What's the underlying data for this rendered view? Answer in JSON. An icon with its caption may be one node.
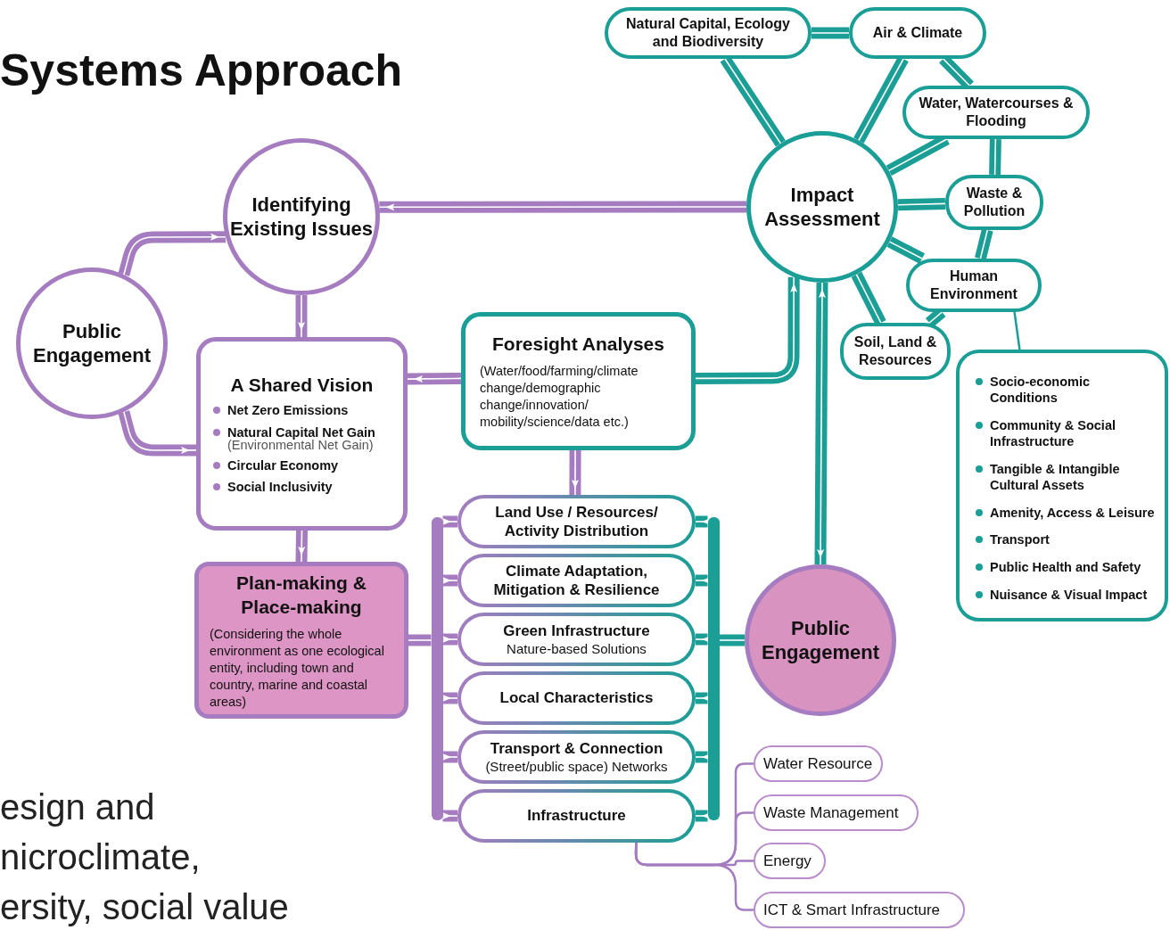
{
  "diagram": {
    "title": "Systems Approach",
    "nodes": [
      {
        "text": [
          "Identifying Existing Issues"
        ]
      },
      {
        "text": [
          "Public Engagement"
        ]
      },
      {
        "text": [
          "A Shared Vision",
          "Net Zero Emissions",
          "Natural Capital Net Gain",
          "(Environmental Net Gain)",
          "Circular Economy",
          "Social Inclusivity"
        ]
      },
      {
        "text": [
          "Plan-making & Place-making",
          "(Considering the whole environment as one ecological entity, including town and country, marine and coastal areas)"
        ]
      },
      {
        "text": [
          "Foresight Analyses",
          "(Water/food/farming/climate change/demographic change/innovation/ mobility/science/data etc.)"
        ]
      },
      {
        "text": [
          "Land Use / Resources/ Activity Distribution"
        ]
      },
      {
        "text": [
          "Climate Adaptation, Mitigation & Resilience"
        ]
      },
      {
        "text": [
          "Green Infrastructure",
          "Nature-based Solutions"
        ]
      },
      {
        "text": [
          "Local Characteristics"
        ]
      },
      {
        "text": [
          "Transport & Connection",
          "(Street/public space) Networks"
        ]
      },
      {
        "text": [
          "Infrastructure"
        ]
      },
      {
        "text": [
          "Impact Assessment"
        ]
      },
      {
        "text": [
          "Public Engagement"
        ]
      },
      {
        "text": [
          "Natural Capital, Ecology and Biodiversity"
        ]
      },
      {
        "text": [
          "Air & Climate"
        ]
      },
      {
        "text": [
          "Water, Watercourses & Flooding"
        ]
      },
      {
        "text": [
          "Waste & Pollution"
        ]
      },
      {
        "text": [
          "Human Environment"
        ]
      },
      {
        "text": [
          "Soil, Land & Resources"
        ]
      },
      {
        "text": [
          "Socio-economic Conditions",
          "Community & Social Infrastructure",
          "Tangible & Intangible Cultural Assets",
          "Amenity, Access & Leisure",
          "Transport",
          "Public Health and Safety",
          "Nuisance & Visual Impact"
        ]
      },
      {
        "text": [
          "Water Resource"
        ]
      },
      {
        "text": [
          "Waste Management"
        ]
      },
      {
        "text": [
          "Energy"
        ]
      },
      {
        "text": [
          "ICT & Smart Infrastructure"
        ]
      },
      {
        "text": [],
        "shape": "bar"
      },
      {
        "text": [],
        "shape": "bar"
      }
    ],
    "edges": [
      {
        "from": 11,
        "to": 0,
        "arrow": "to",
        "color": "#a57cc0"
      },
      {
        "from": 1,
        "to": 0,
        "arrow": "to",
        "color": "#a57cc0"
      },
      {
        "from": 1,
        "to": 2,
        "arrow": "to",
        "color": "#a57cc0"
      },
      {
        "from": 0,
        "to": 2,
        "arrow": "to",
        "color": "#a57cc0"
      },
      {
        "from": 4,
        "to": 2,
        "arrow": "to",
        "color": "#a57cc0"
      },
      {
        "from": 2,
        "to": 3,
        "arrow": "to",
        "color": "#a57cc0"
      },
      {
        "from": 4,
        "to": 5,
        "arrow": "to",
        "color": "#a57cc0"
      },
      {
        "from": 4,
        "to": 11,
        "arrow": "to"
      },
      {
        "from": 12,
        "to": 11,
        "arrow": "both"
      },
      {
        "from": 24,
        "to": 5,
        "arrow": "to",
        "color": "#a57cc0"
      },
      {
        "from": 24,
        "to": 6,
        "arrow": "to",
        "color": "#a57cc0"
      },
      {
        "from": 24,
        "to": 7,
        "arrow": "to",
        "color": "#a57cc0"
      },
      {
        "from": 24,
        "to": 8,
        "arrow": "to",
        "color": "#a57cc0"
      },
      {
        "from": 24,
        "to": 9,
        "arrow": "to",
        "color": "#a57cc0"
      },
      {
        "from": 24,
        "to": 10,
        "arrow": "to",
        "color": "#a57cc0"
      },
      {
        "from": 25,
        "to": 5,
        "arrow": "to"
      },
      {
        "from": 25,
        "to": 6,
        "arrow": "to"
      },
      {
        "from": 25,
        "to": 7,
        "arrow": "to"
      },
      {
        "from": 25,
        "to": 8,
        "arrow": "to"
      },
      {
        "from": 25,
        "to": 9,
        "arrow": "to"
      },
      {
        "from": 25,
        "to": 10,
        "arrow": "to"
      },
      {
        "from": 11,
        "to": 13,
        "arrow": "none"
      },
      {
        "from": 11,
        "to": 14,
        "arrow": "none"
      },
      {
        "from": 11,
        "to": 15,
        "arrow": "none"
      },
      {
        "from": 11,
        "to": 16,
        "arrow": "none"
      },
      {
        "from": 11,
        "to": 17,
        "arrow": "none"
      },
      {
        "from": 11,
        "to": 18,
        "arrow": "none"
      },
      {
        "from": 13,
        "to": 14,
        "arrow": "none"
      },
      {
        "from": 14,
        "to": 15,
        "arrow": "none"
      },
      {
        "from": 15,
        "to": 16,
        "arrow": "none"
      },
      {
        "from": 16,
        "to": 17,
        "arrow": "none"
      },
      {
        "from": 17,
        "to": 18,
        "arrow": "none"
      },
      {
        "from": 17,
        "to": 19,
        "arrow": "none"
      },
      {
        "from": 10,
        "to": 20,
        "arrow": "none",
        "color": "#a57cc0"
      },
      {
        "from": 10,
        "to": 21,
        "arrow": "none",
        "color": "#a57cc0"
      },
      {
        "from": 10,
        "to": 22,
        "arrow": "none",
        "color": "#a57cc0"
      },
      {
        "from": 10,
        "to": 23,
        "arrow": "none",
        "color": "#a57cc0"
      },
      {
        "from": 3,
        "to": 24,
        "arrow": "none",
        "color": "#a57cc0"
      },
      {
        "from": 12,
        "to": 25,
        "arrow": "none"
      }
    ],
    "labels": [
      "esign and",
      "nicroclimate,",
      "ersity, social value"
    ]
  }
}
